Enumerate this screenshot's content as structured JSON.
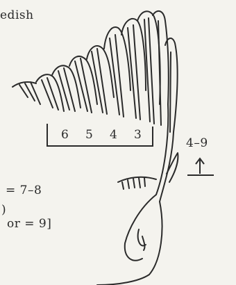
{
  "labels": {
    "top_fragment": "edish",
    "bracket_numbers": [
      "6",
      "5",
      "4",
      "3"
    ],
    "side_range": "4–9",
    "left_equation": "= 7–8",
    "left_paren": ")",
    "bottom_equation": "or = 9]"
  },
  "colors": {
    "paper": "#f4f3ee",
    "ink": "#2a2a2a"
  }
}
